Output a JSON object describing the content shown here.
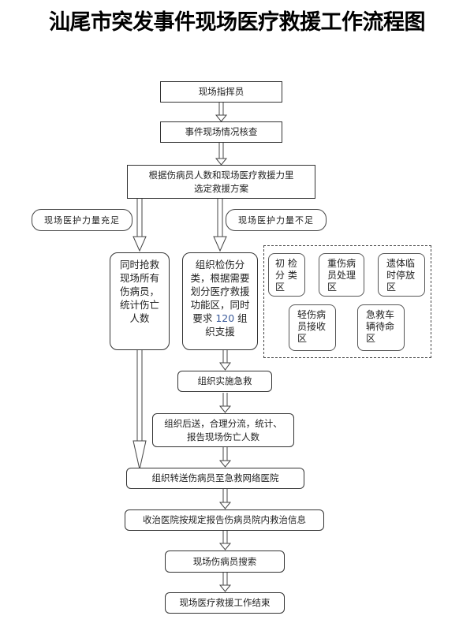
{
  "title": "汕尾市突发事件现场医疗救援工作流程图",
  "steps": {
    "commander": "现场指挥员",
    "verify": "事件现场情况核查",
    "plan_line1": "根据伤病员人数和现场医疗救援力里",
    "plan_line2": "选定救援方案",
    "sufficient_label": "现场医护力量充足",
    "insufficient_label": "现场医护力量不足",
    "left_branch": "同时抢救现场所有伤病员，统计伤亡人数",
    "right_branch_a": "组织检伤分类，根据需要划分医疗救援功能区，同时要求 ",
    "right_branch_num": "120",
    "right_branch_b": " 组织支援",
    "implement": "组织实施急救",
    "evac_line1": "组织后送，合理分流，统计、",
    "evac_line2": "报告现场伤亡人数",
    "transfer": "组织转送伤病员至急救网络医院",
    "hospital_report": "收治医院按规定报告伤病员院内救治信息",
    "search": "现场伤病员搜索",
    "end": "现场医疗救援工作结束"
  },
  "zones": [
    {
      "line1": "初 检",
      "line2": "分 类",
      "line3": "区"
    },
    {
      "line1": "重伤病",
      "line2": "员处理",
      "line3": "区"
    },
    {
      "line1": "遗体临",
      "line2": "时停放",
      "line3": "区"
    },
    {
      "line1": "轻伤病",
      "line2": "员接收",
      "line3": "区"
    },
    {
      "line1": "急救车",
      "line2": "辆待命",
      "line3": "区"
    }
  ]
}
